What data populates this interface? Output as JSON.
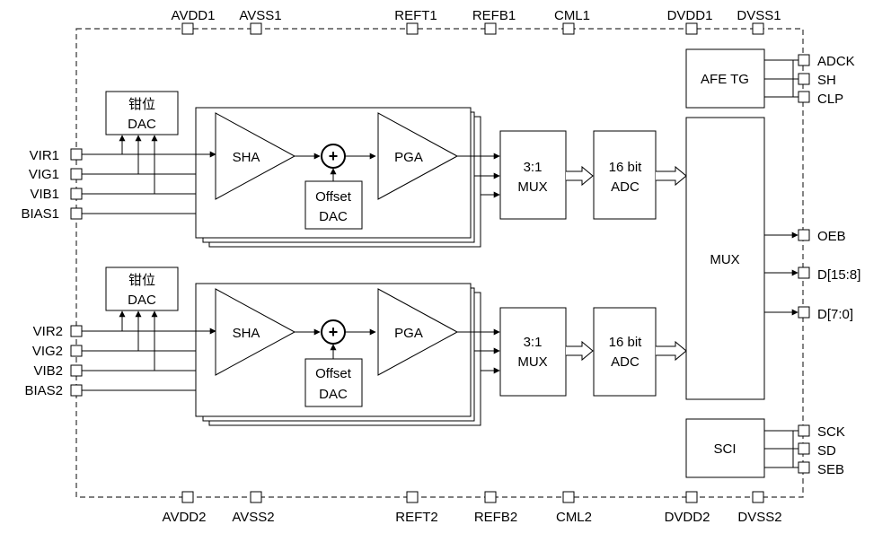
{
  "pins": {
    "top": [
      "AVDD1",
      "AVSS1",
      "REFT1",
      "REFB1",
      "CML1",
      "DVDD1",
      "DVSS1"
    ],
    "bottom": [
      "AVDD2",
      "AVSS2",
      "REFT2",
      "REFB2",
      "CML2",
      "DVDD2",
      "DVSS2"
    ],
    "left1": [
      "VIR1",
      "VIG1",
      "VIB1",
      "BIAS1"
    ],
    "left2": [
      "VIR2",
      "VIG2",
      "VIB2",
      "BIAS2"
    ],
    "right_tg": [
      "ADCK",
      "SH",
      "CLP"
    ],
    "right_out": [
      "OEB",
      "D[15:8]",
      "D[7:0]"
    ],
    "right_sci": [
      "SCK",
      "SD",
      "SEB"
    ]
  },
  "blocks": {
    "clamp_dac_line1": "钳位",
    "clamp_dac_line2": "DAC",
    "sha": "SHA",
    "pga": "PGA",
    "offset_dac_line1": "Offset",
    "offset_dac_line2": "DAC",
    "mux3_line1": "3:1",
    "mux3_line2": "MUX",
    "adc_line1": "16 bit",
    "adc_line2": "ADC",
    "afe_tg": "AFE TG",
    "mux": "MUX",
    "sci": "SCI",
    "adder_symbol": "+"
  }
}
